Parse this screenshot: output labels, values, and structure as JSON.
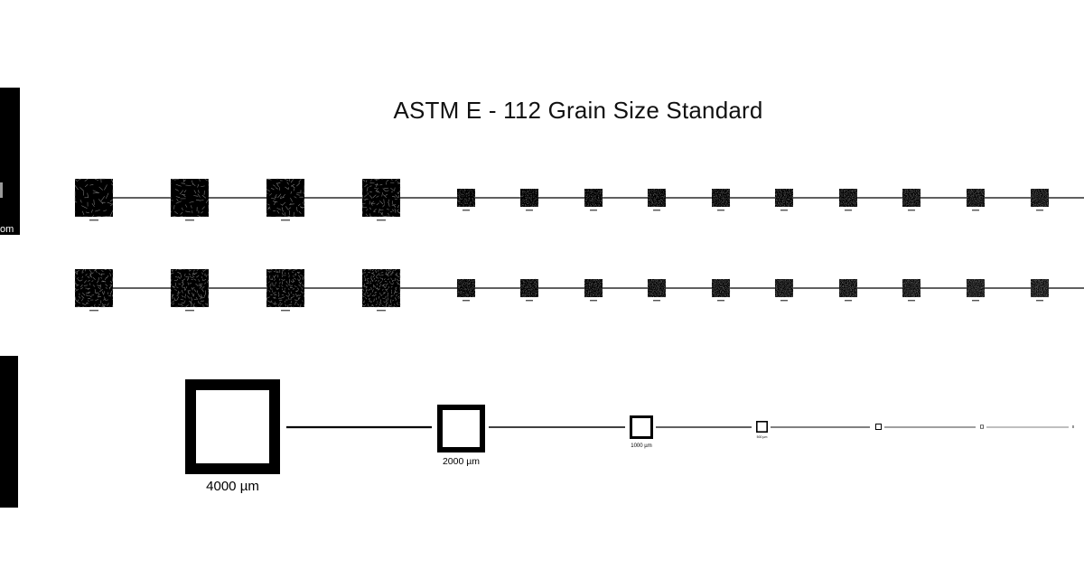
{
  "title": "ASTM E  - 112 Grain Size Standard",
  "side_label": "om",
  "colors": {
    "ink": "#000000",
    "grain_line": "#9a9a9a",
    "background": "#ffffff"
  },
  "rows": [
    {
      "samples": 14,
      "grain_density": [
        6,
        7,
        8,
        9,
        10,
        11,
        12,
        13,
        14,
        15,
        16,
        17,
        18,
        19
      ]
    },
    {
      "samples": 14,
      "grain_density": [
        10,
        11,
        12,
        13,
        14,
        15,
        16,
        17,
        18,
        19,
        20,
        21,
        22,
        23
      ]
    }
  ],
  "scale_bars": [
    {
      "label": "4000 µm"
    },
    {
      "label": "2000 µm"
    },
    {
      "label": "1000 µm"
    },
    {
      "label": "500 µm"
    },
    {
      "label": ""
    },
    {
      "label": ""
    },
    {
      "label": ""
    }
  ]
}
